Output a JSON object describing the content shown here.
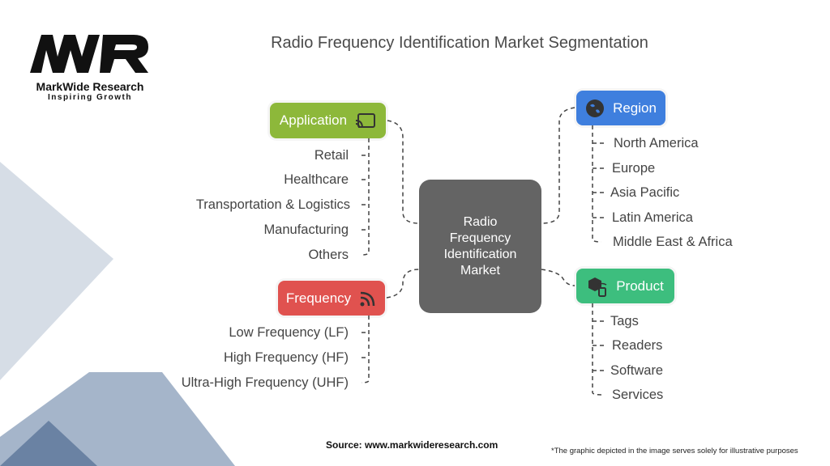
{
  "title": "Radio Frequency Identification Market Segmentation",
  "logo": {
    "mark": "MWR",
    "name": "MarkWide Research",
    "tagline": "Inspiring Growth"
  },
  "center": "Radio Frequency Identification Market",
  "application": {
    "label": "Application",
    "items": [
      "Retail",
      "Healthcare",
      "Transportation & Logistics",
      "Manufacturing",
      "Others"
    ],
    "color": "#8DB83A"
  },
  "frequency": {
    "label": "Frequency",
    "items": [
      "Low Frequency (LF)",
      "High Frequency (HF)",
      "Ultra-High Frequency (UHF)"
    ],
    "color": "#E0524F"
  },
  "region": {
    "label": "Region",
    "items": [
      "North America",
      "Europe",
      "Asia Pacific",
      "Latin America",
      "Middle East & Africa"
    ],
    "color": "#3F7FDE"
  },
  "product": {
    "label": "Product",
    "items": [
      "Tags",
      "Readers",
      "Software",
      "Services"
    ],
    "color": "#3DBE7E"
  },
  "source": "Source: www.markwideresearch.com",
  "footnote": "*The graphic depicted in the image serves solely for illustrative purposes"
}
